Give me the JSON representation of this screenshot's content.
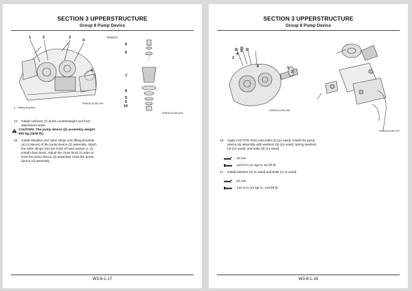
{
  "left": {
    "section": "SECTION 3 UPPERSTRUCTURE",
    "group": "Group 8 Pump Device",
    "detail_label": "Detail A",
    "fig_callouts": [
      "1",
      "2",
      "3",
      "4",
      "A",
      "5",
      "6",
      "7",
      "8",
      "9",
      "6",
      "10"
    ],
    "legend": "a -   Lifting Bracket",
    "fig_id_1": "W3K8-03-08-109",
    "fig_id_2": "W3K8-03-08-018",
    "step14_num": "14.",
    "step14": "Install cushions (7) at the counterweight and front attachment sides.",
    "caution": "CAUTION:   The pump device (2) assembly weight: 830 kg (1830 lb).",
    "step15_num": "15.",
    "step15": "Install shackles and nylon slings onto lifting brackets (a) (2 places) of the pump device (2) assembly. Attach the nylon slings onto the hook of main pumps (1, 4). Install chain block. Adjust the chain block in order to level the pump device (2) assembly. Hoist the pump device (2) assembly.",
    "footer": "W3-8-1-17"
  },
  "right": {
    "section": "SECTION 3 UPPERSTRUCTURE",
    "group": "Group 8 Pump Device",
    "fig_callouts": [
      "3",
      "4",
      "5",
      "6",
      "1",
      "2"
    ],
    "fig_id_1": "W3K8-03-08-108",
    "fig_id_2": "W3K8-03-08-107",
    "step16_num": "16.",
    "step16": "Apply LOCTITE #242 onto bolts (3) (14 used). Install the pump device (6) assembly with washers (5) (14 used), spring washers (4) (14 used), and bolts (3) (14 used).",
    "spec1_wrench": ": 19 mm",
    "spec1_torque": ": 110 N·m (11 kgf·m, 81 lbf·ft)",
    "step17_num": "17.",
    "step17": "Install washers (2) (4 used) and bolts (1) (4 used).",
    "spec2_wrench": ": 22 mm",
    "spec2_torque": ": 140 N·m (14 kgf·m, 103 lbf·ft)",
    "footer": "W3-8-1-18"
  }
}
